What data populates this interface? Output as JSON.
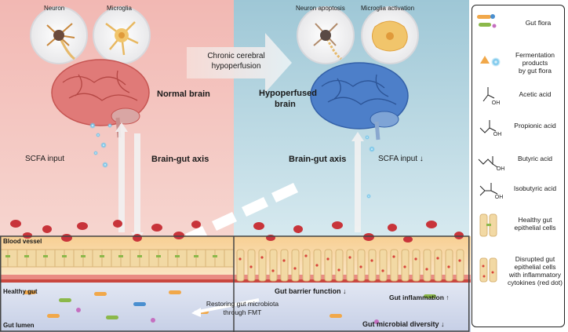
{
  "top": {
    "left_circle_1": "Neuron",
    "left_circle_2": "Microglia",
    "right_circle_1": "Neuron apoptosis",
    "right_circle_2": "Microglia activation",
    "arrow_label_line1": "Chronic cerebral",
    "arrow_label_line2": "hypoperfusion",
    "normal_brain": "Normal brain",
    "hypo_brain_line1": "Hypoperfused",
    "hypo_brain_line2": "brain",
    "scfa_left": "SCFA input",
    "axis_left": "Brain-gut axis",
    "axis_right": "Brain-gut axis",
    "scfa_right": "SCFA input ↓"
  },
  "bottom": {
    "blood_vessel": "Blood vessel",
    "healthy_gut": "Healthy gut",
    "gut_lumen": "Gut lumen",
    "barrier": "Gut barrier function ↓",
    "inflammation": "Gut inflammation ↑",
    "restore_line1": "Restoring gut microbiota",
    "restore_line2": "through FMT",
    "diversity": "Gut microbial diversity ↓"
  },
  "legend": {
    "gut_flora": "Gut flora",
    "fermentation_line1": "Fermentation",
    "fermentation_line2": "products",
    "fermentation_line3": "by gut flora",
    "acetic": "Acetic acid",
    "propionic": "Propionic acid",
    "butyric": "Butyric acid",
    "isobutyric": "Isobutyric acid",
    "healthy_cells_line1": "Healthy gut",
    "healthy_cells_line2": "epithelial cells",
    "disrupted_line1": "Disrupted gut",
    "disrupted_line2": "epithelial cells",
    "disrupted_line3": "with inflammatory",
    "disrupted_line4": "cytokines (red dot)",
    "oh": "OH"
  },
  "colors": {
    "left_panel": "#f2b8b3",
    "right_panel": "#9ec7d6",
    "blood": "#f8d9a6",
    "rbc": "#c8343a",
    "normal_brain": "#e07a78",
    "hypo_brain": "#4d7fc9",
    "lumen": "#d8dff0",
    "epithelium": "#f2d9a4"
  },
  "icons": [
    "neuron-icon",
    "microglia-icon",
    "brain-icon",
    "red-blood-cell-icon",
    "bacteria-icon",
    "scfa-dot-icon",
    "molecule-icon",
    "epithelial-cell-icon"
  ]
}
